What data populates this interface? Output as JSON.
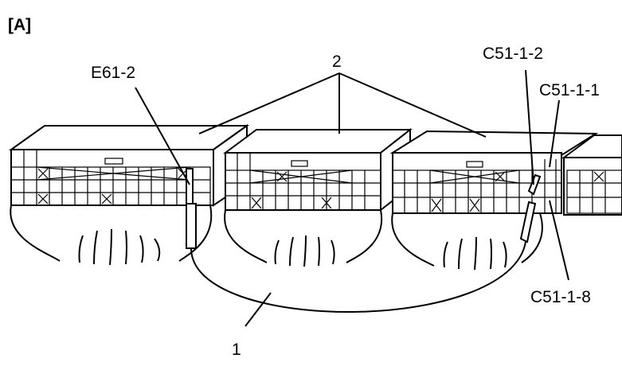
{
  "figure_label": "[A]",
  "labels": {
    "connector_e61_2": "E61-2",
    "connector_c51_1_2": "C51-1-2",
    "connector_c51_1_1": "C51-1-1",
    "connector_c51_1_8": "C51-1-8",
    "item_1": "1",
    "item_2": "2"
  }
}
